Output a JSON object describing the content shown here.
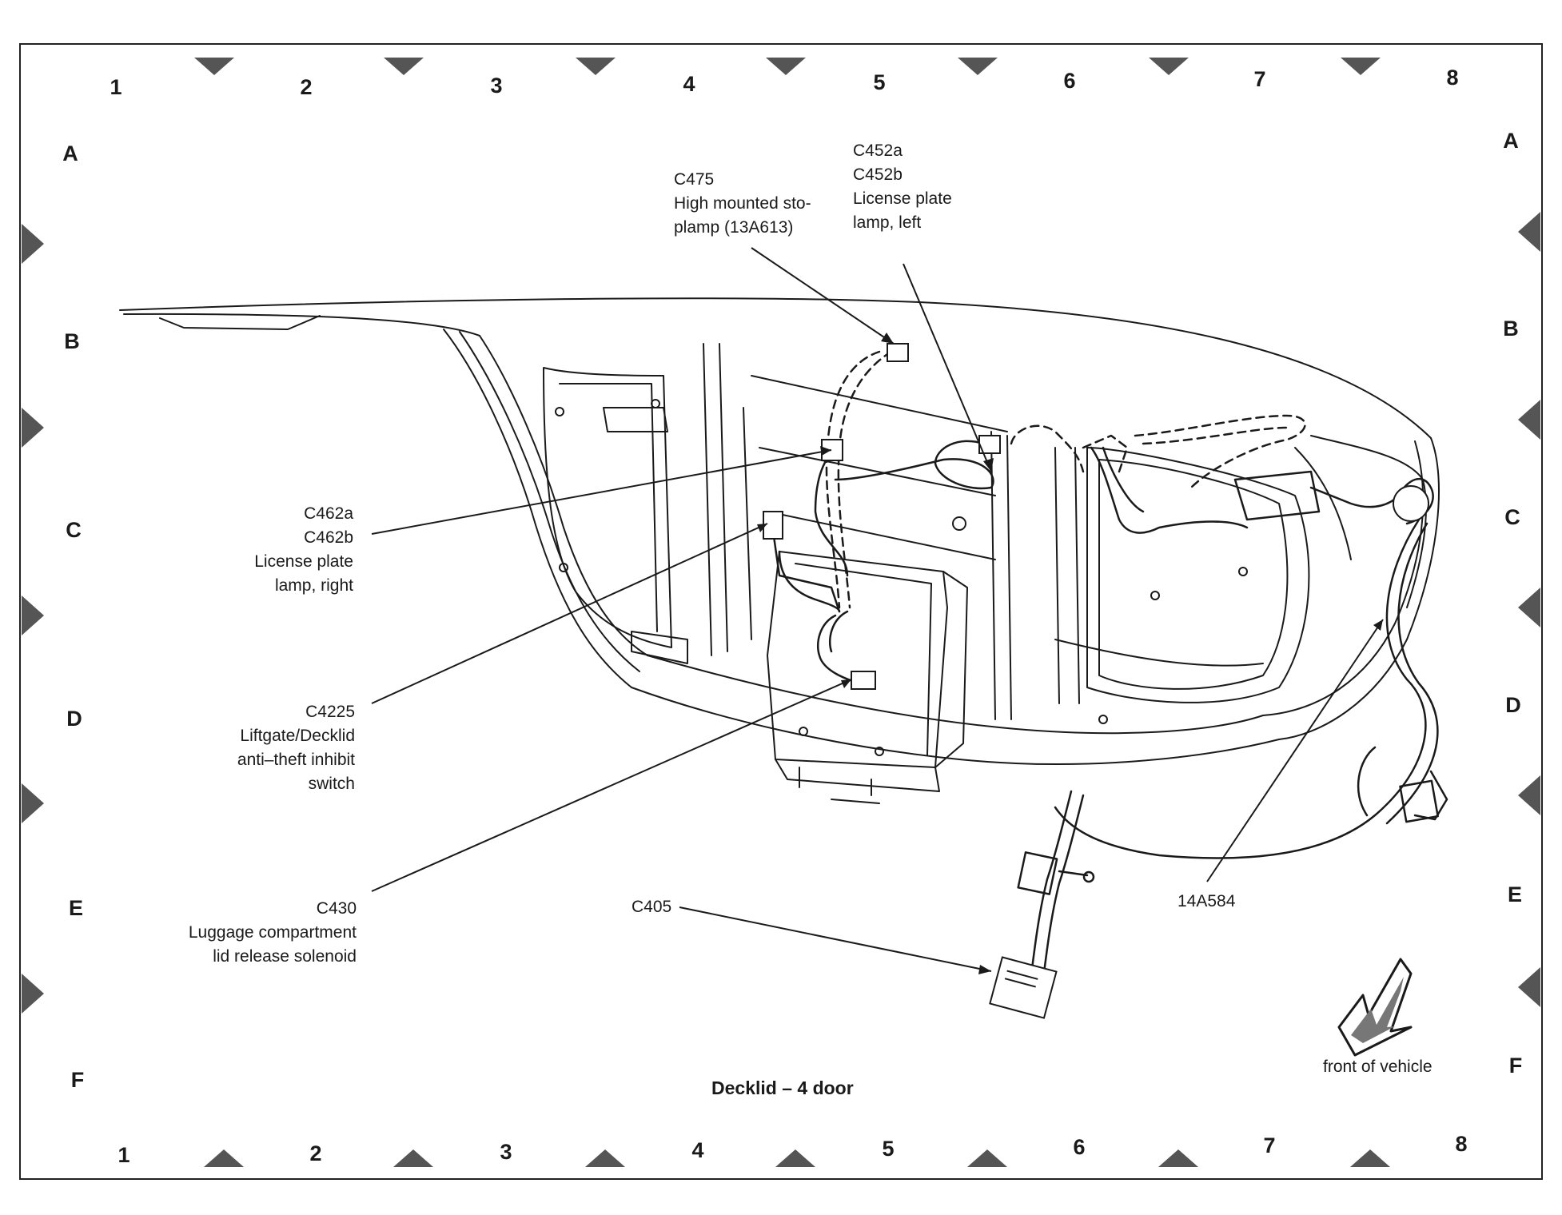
{
  "grid": {
    "columns": [
      "1",
      "2",
      "3",
      "4",
      "5",
      "6",
      "7",
      "8"
    ],
    "rows": [
      "A",
      "B",
      "C",
      "D",
      "E",
      "F"
    ]
  },
  "callouts": {
    "c475": {
      "code": "C475",
      "desc": [
        "High mounted sto-",
        "plamp (13A613)"
      ]
    },
    "c452": {
      "code": [
        "C452a",
        "C452b"
      ],
      "desc": [
        "License plate",
        "lamp, left"
      ]
    },
    "c462": {
      "code": [
        "C462a",
        "C462b"
      ],
      "desc": [
        "License plate",
        "lamp, right"
      ]
    },
    "c4225": {
      "code": "C4225",
      "desc": [
        "Liftgate/Decklid",
        "anti–theft inhibit",
        "switch"
      ]
    },
    "c430": {
      "code": "C430",
      "desc": [
        "Luggage compartment",
        "lid release solenoid"
      ]
    },
    "c405": {
      "code": "C405"
    },
    "harness": {
      "code": "14A584"
    }
  },
  "caption": "Decklid – 4 door",
  "front_note": "front of vehicle",
  "colors": {
    "ink": "#1a1a1a",
    "marker": "#555555",
    "paper": "#ffffff"
  }
}
